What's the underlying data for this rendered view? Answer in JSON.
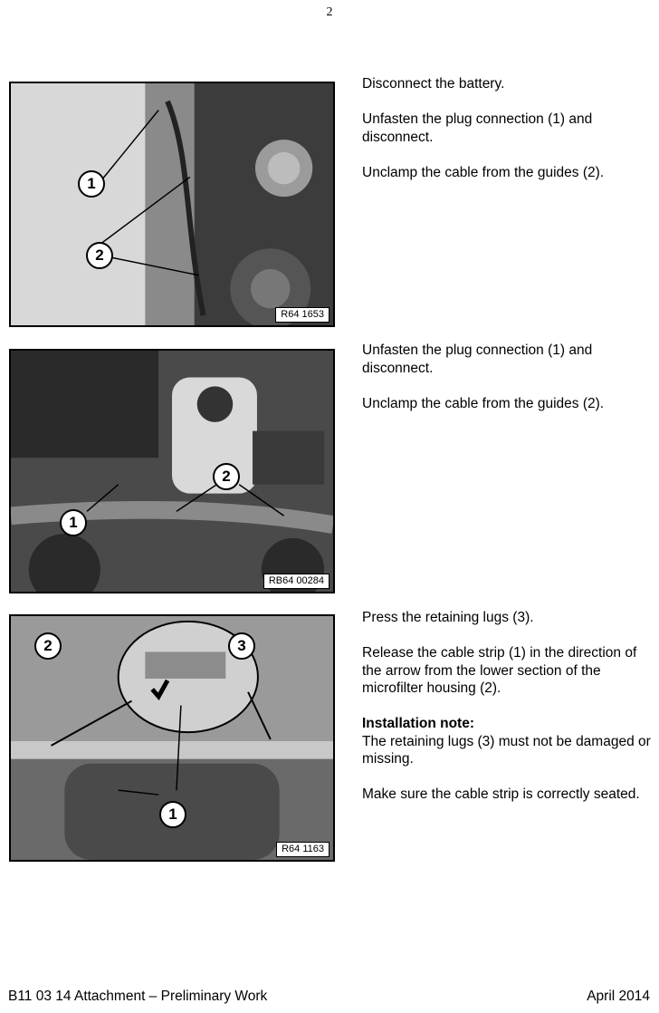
{
  "page": {
    "number": "2"
  },
  "steps": [
    {
      "figure": {
        "label": "R64 1653",
        "callouts": [
          "1",
          "2"
        ]
      },
      "paragraphs": [
        "Disconnect the battery.",
        "Unfasten the plug connection (1) and disconnect.",
        "Unclamp the cable from the guides (2)."
      ]
    },
    {
      "figure": {
        "label": "RB64 00284",
        "callouts": [
          "2",
          "1"
        ]
      },
      "paragraphs": [
        "Unfasten the plug connection (1) and disconnect.",
        "Unclamp the cable from the guides (2)."
      ]
    },
    {
      "figure": {
        "label": "R64 1163",
        "callouts": [
          "2",
          "3",
          "1"
        ]
      },
      "paragraphs": [
        "Press the retaining lugs (3).",
        "Release the cable strip (1) in the direction of the arrow from the lower section of the microfilter housing (2)."
      ],
      "note_heading": "Installation note:",
      "note_text": "The retaining lugs (3) must not be damaged or missing.",
      "final_paragraph": "Make sure the cable strip is correctly seated."
    }
  ],
  "footer": {
    "left": "B11 03 14 Attachment – Preliminary Work",
    "right": "April 2014"
  }
}
